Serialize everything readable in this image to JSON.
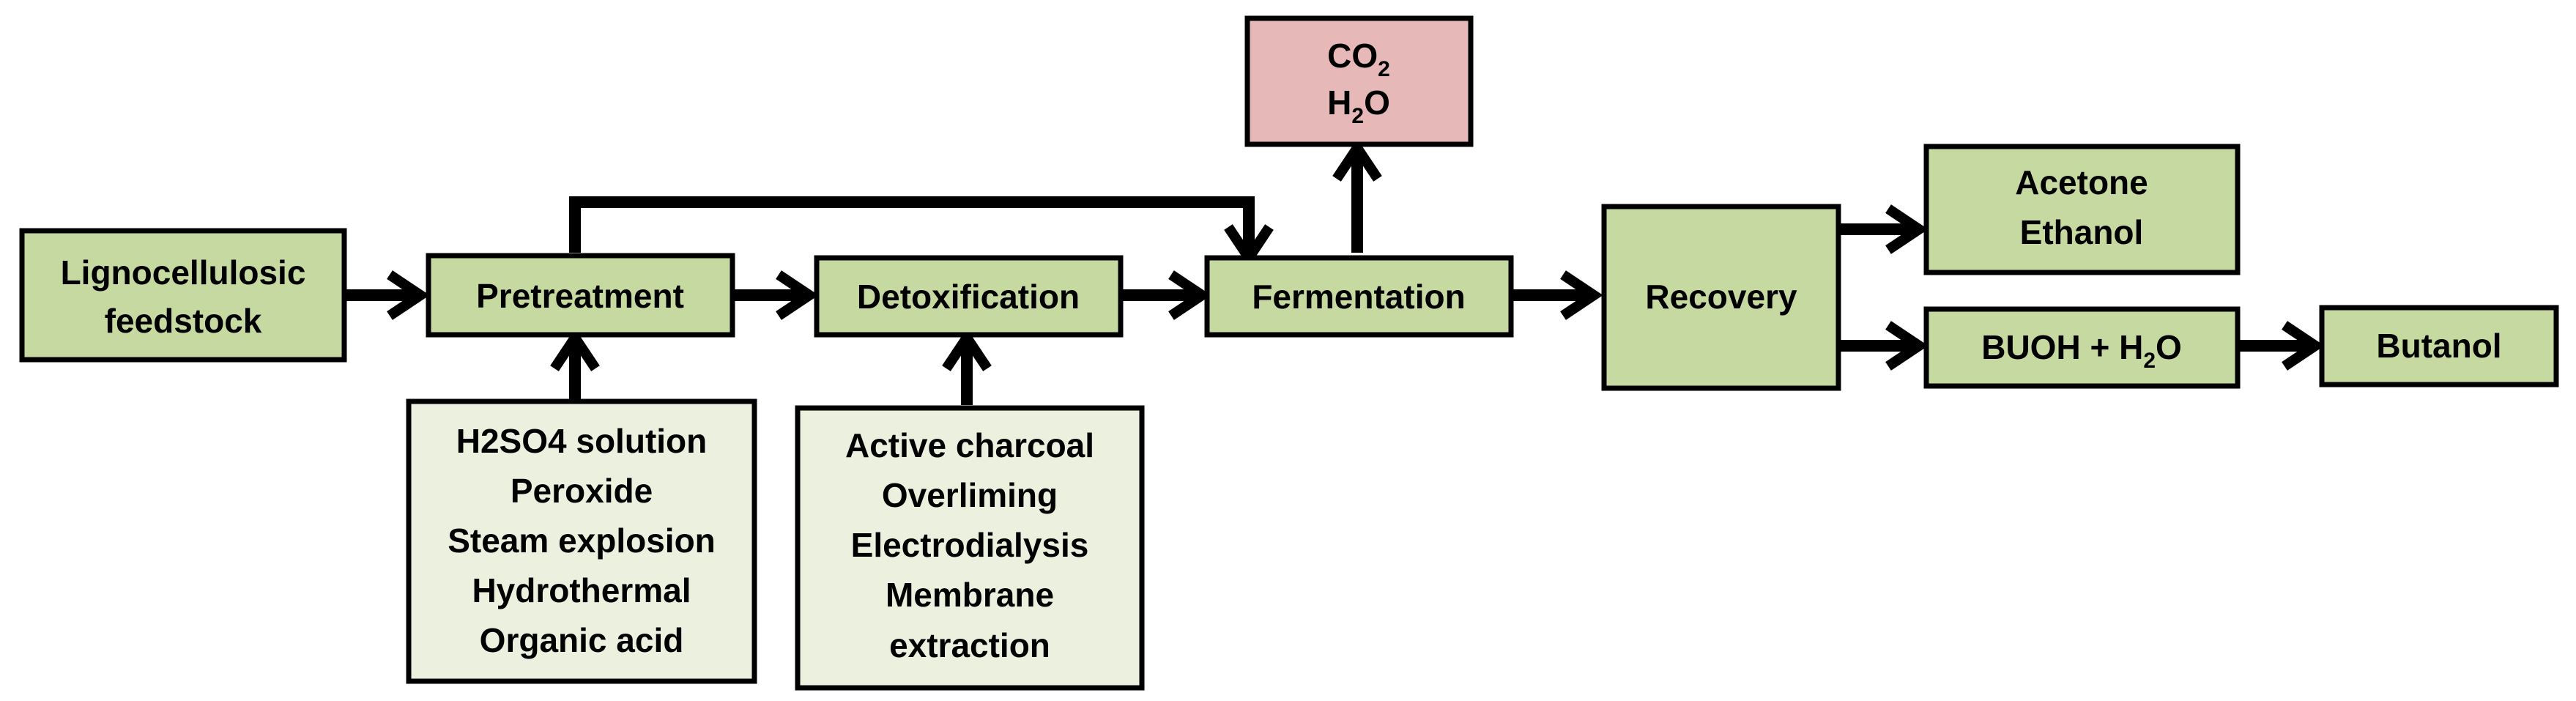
{
  "colors": {
    "process_fill": "#c5d9a0",
    "option_fill": "#ebf1de",
    "emission_fill": "#e6b9b8",
    "stroke": "#000000"
  },
  "nodes": {
    "feedstock": {
      "line1": "Lignocellulosic",
      "line2": "feedstock"
    },
    "pretreatment": {
      "label": "Pretreatment"
    },
    "detoxification": {
      "label": "Detoxification"
    },
    "fermentation": {
      "label": "Fermentation"
    },
    "recovery": {
      "label": "Recovery"
    },
    "emissions": {
      "co2": {
        "main": "CO",
        "sub": "2"
      },
      "h2o": {
        "pre": "H",
        "sub": "2",
        "post": "O"
      }
    },
    "acetone_ethanol": {
      "line1": "Acetone",
      "line2": "Ethanol"
    },
    "buoh_h2o": {
      "pre": "BUOH + H",
      "sub": "2",
      "post": "O"
    },
    "butanol": {
      "label": "Butanol"
    }
  },
  "pretreatment_options": [
    "H2SO4 solution",
    "Peroxide",
    "Steam explosion",
    "Hydrothermal",
    "Organic acid"
  ],
  "detox_options": [
    "Active charcoal",
    "Overliming",
    "Electrodialysis",
    "Membrane",
    "extraction"
  ]
}
